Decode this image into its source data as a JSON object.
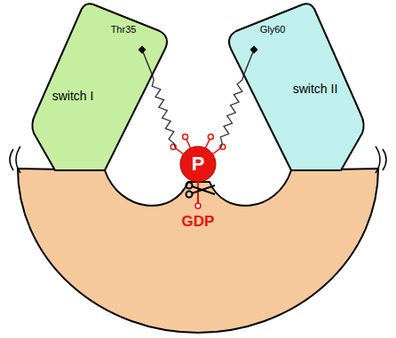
{
  "diagram": {
    "nodes": [
      {
        "text": [
          "Thr35",
          "switch I"
        ]
      },
      {
        "text": [
          "Gly60",
          "switch II"
        ]
      },
      {
        "text": [
          "P"
        ]
      }
    ],
    "edges": [
      {
        "from": 0,
        "to": 2,
        "arrow": "none"
      },
      {
        "from": 1,
        "to": 2,
        "arrow": "none"
      }
    ],
    "labels": [
      "GDP"
    ]
  }
}
